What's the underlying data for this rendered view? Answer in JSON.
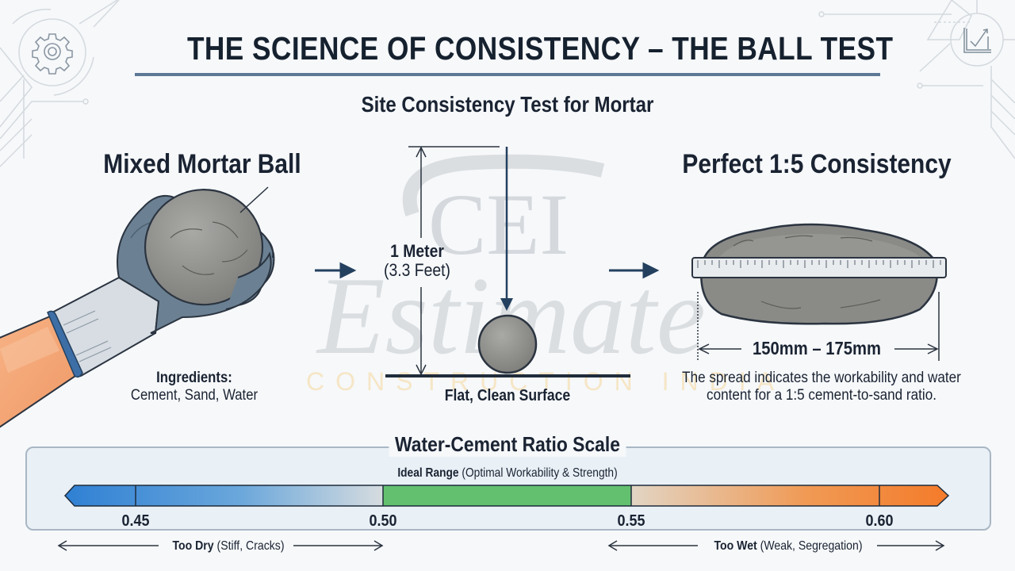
{
  "header": {
    "title": "THE SCIENCE OF CONSISTENCY – THE BALL TEST",
    "subtitle": "Site Consistency Test for Mortar"
  },
  "left_panel": {
    "heading": "Mixed Mortar Ball",
    "ingredients_label": "Ingredients:",
    "ingredients_value": "Cement, Sand, Water"
  },
  "center_panel": {
    "drop_height_primary": "1 Meter",
    "drop_height_secondary": "(3.3 Feet)",
    "surface_label": "Flat, Clean Surface"
  },
  "right_panel": {
    "heading": "Perfect 1:5 Consistency",
    "spread_range": "150mm – 175mm",
    "description": "The spread indicates the workability and water content for a 1:5 cement-to-sand ratio."
  },
  "scale": {
    "title": "Water-Cement Ratio Scale",
    "ideal_label_bold": "Ideal Range",
    "ideal_label_rest": " (Optimal Workability & Strength)",
    "ticks": [
      "0.45",
      "0.50",
      "0.55",
      "0.60"
    ],
    "dry_label_bold": "Too Dry",
    "dry_label_rest": " (Stiff, Cracks)",
    "wet_label_bold": "Too Wet",
    "wet_label_rest": " (Weak, Segregation)",
    "colors": {
      "dry": "#2f80d4",
      "ideal": "#63c06f",
      "wet": "#f47b2a",
      "neutral": "#d6dcdf"
    }
  },
  "watermark": {
    "logo": "CEI",
    "script": "Estimate",
    "tagline": "CONSTRUCTION INDIA"
  },
  "icons": [
    "gear-icon",
    "chart-check-icon",
    "gloved-hand-icon",
    "arrow-right-icon",
    "arrow-down-icon",
    "ruler-icon"
  ],
  "chart_data": {
    "type": "table",
    "title": "Water-Cement Ratio Scale",
    "categories": [
      "Too Dry",
      "Ideal Range",
      "Too Wet"
    ],
    "x": [
      0.45,
      0.5,
      0.55,
      0.6
    ],
    "ranges": [
      {
        "name": "Too Dry (Stiff, Cracks)",
        "from": null,
        "to": 0.5
      },
      {
        "name": "Ideal Range (Optimal Workability & Strength)",
        "from": 0.5,
        "to": 0.55
      },
      {
        "name": "Too Wet (Weak, Segregation)",
        "from": 0.55,
        "to": null
      }
    ],
    "spread_mm": [
      150,
      175
    ],
    "drop_height_m": 1,
    "drop_height_ft": 3.3,
    "mix_ratio": "1:5"
  }
}
